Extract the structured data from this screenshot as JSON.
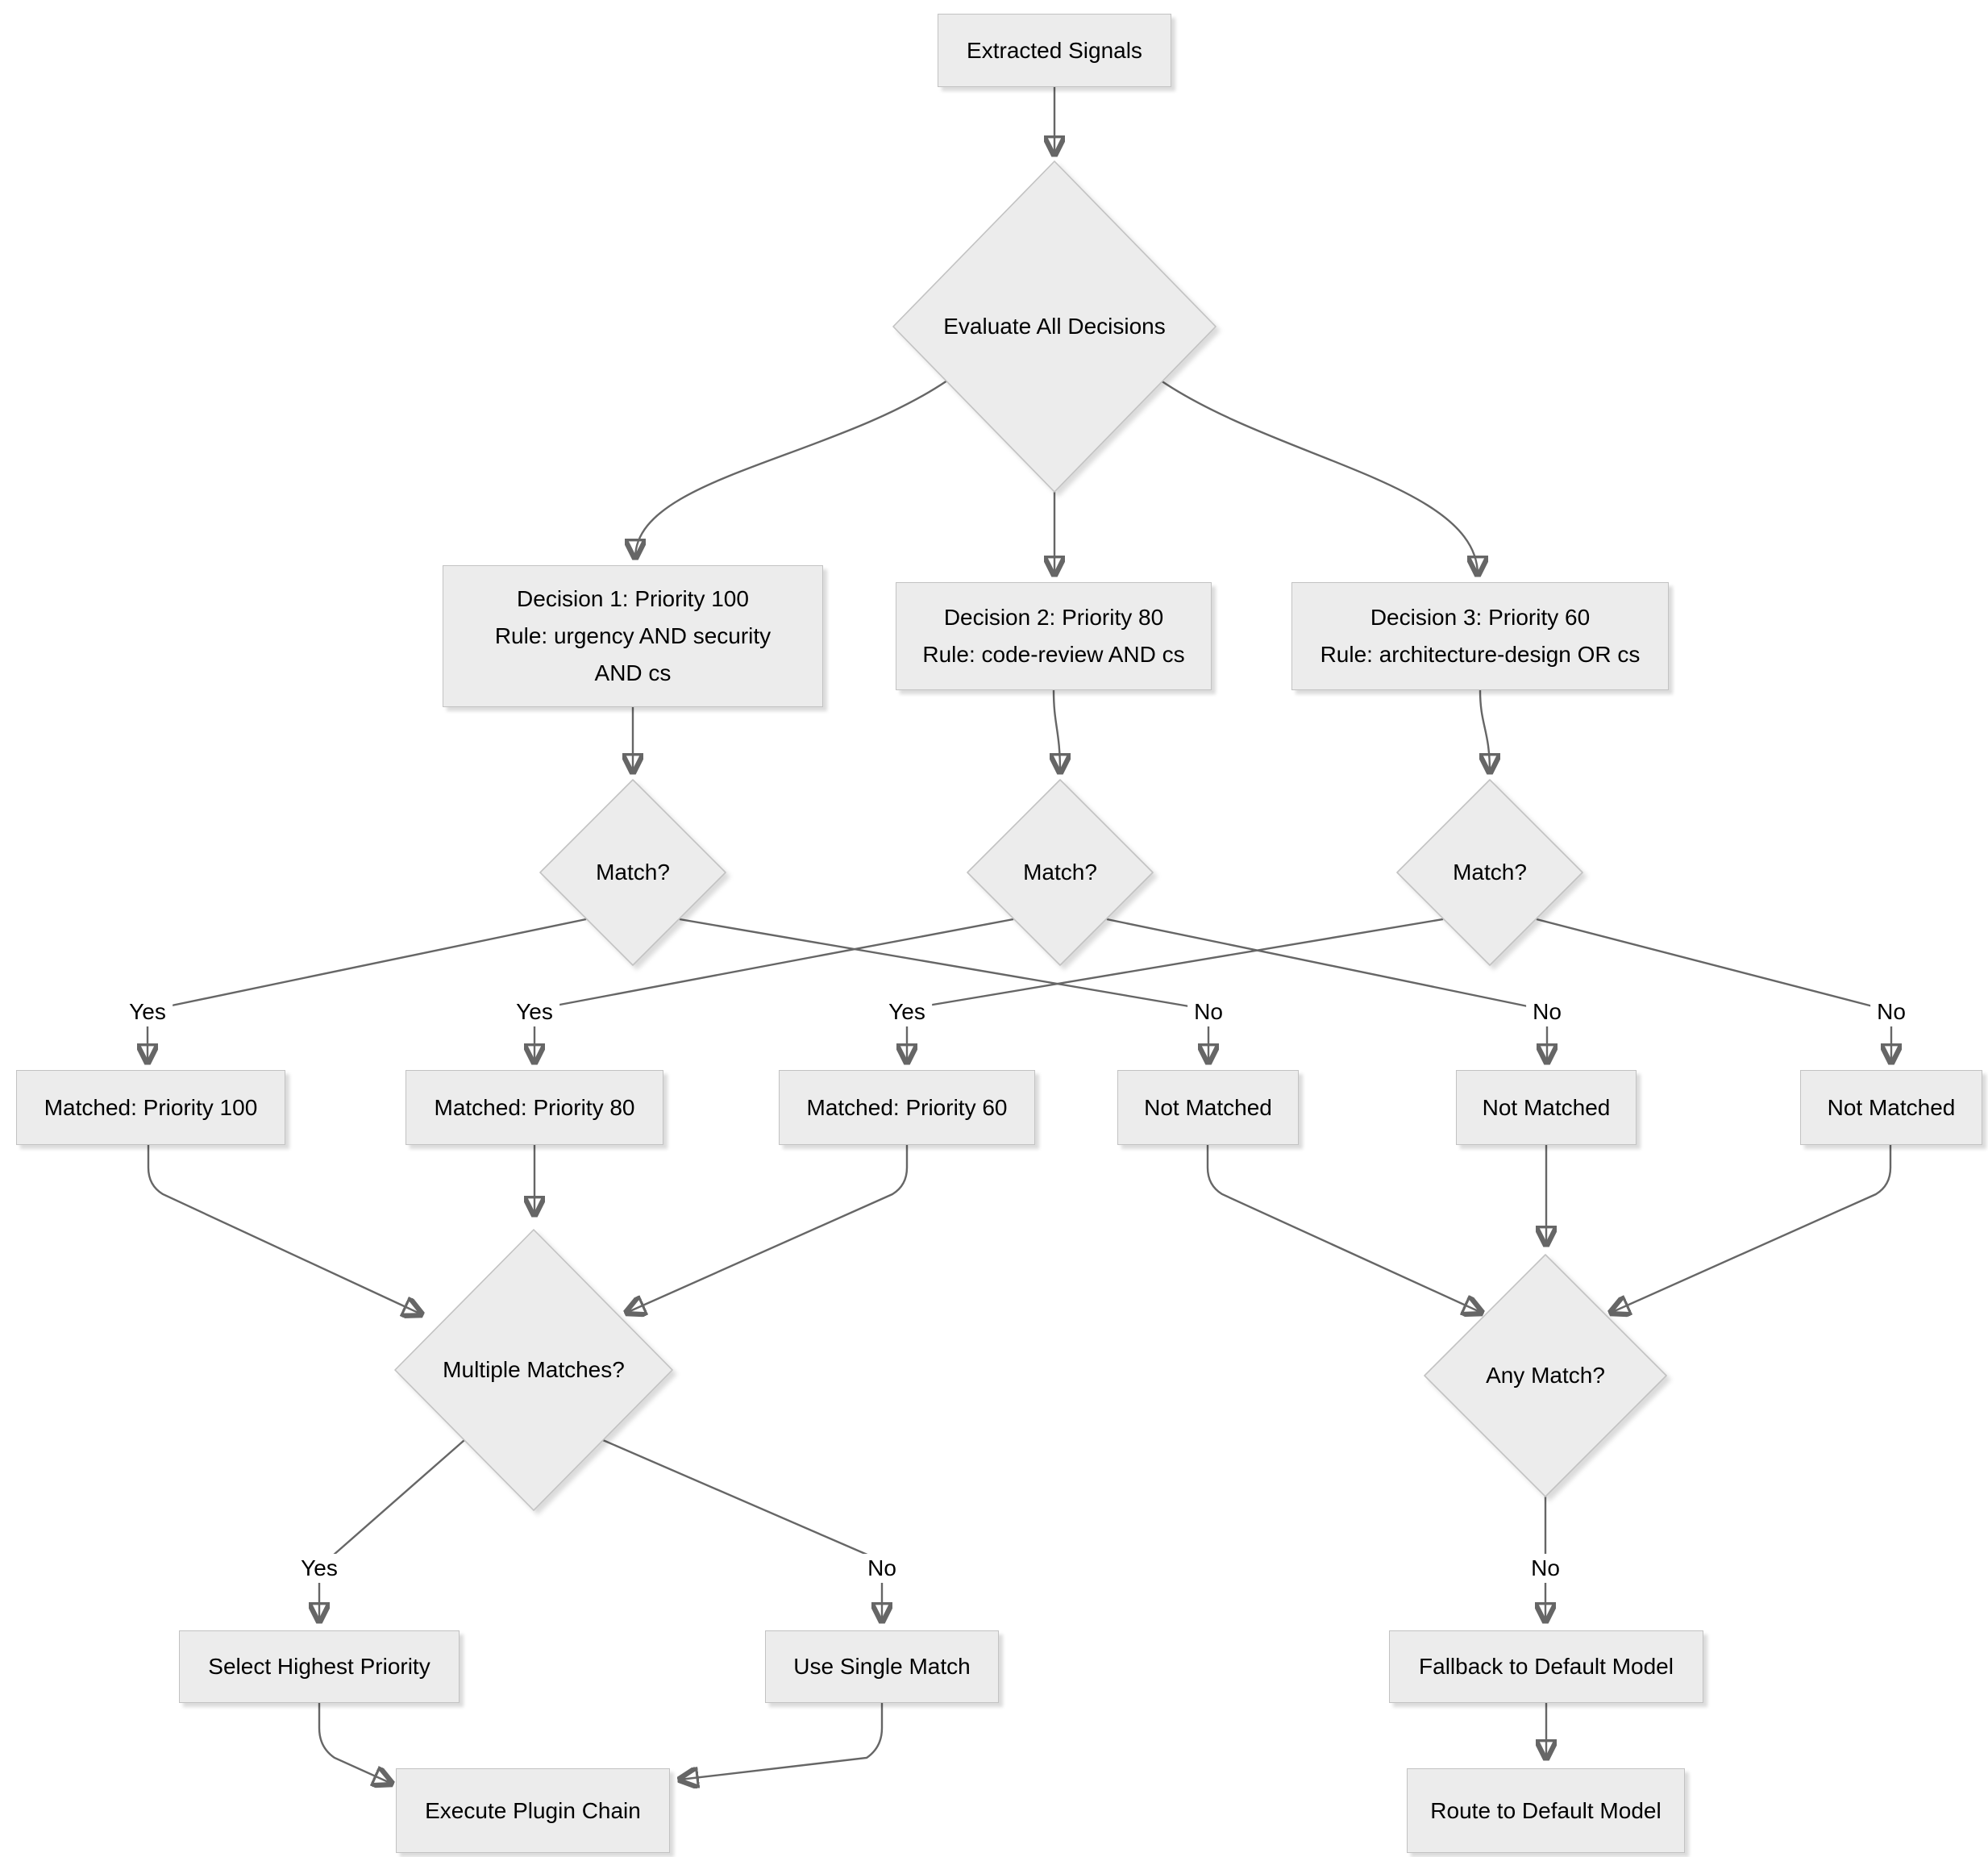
{
  "diagram": {
    "type": "flowchart",
    "colors": {
      "background": "#ffffff",
      "node_fill": "#ececec",
      "node_border": "#c2c2c2",
      "edge_line": "#666666",
      "text": "#000000"
    },
    "nodes": {
      "extracted_signals": {
        "label": "Extracted Signals",
        "shape": "rect"
      },
      "evaluate_all": {
        "label": "Evaluate All Decisions",
        "shape": "diamond"
      },
      "decision_1": {
        "label": "Decision 1: Priority 100\nRule: urgency AND security\nAND cs",
        "shape": "rect"
      },
      "decision_2": {
        "label": "Decision 2: Priority 80\nRule: code-review AND cs",
        "shape": "rect"
      },
      "decision_3": {
        "label": "Decision 3: Priority 60\nRule: architecture-design OR cs",
        "shape": "rect"
      },
      "match_1": {
        "label": "Match?",
        "shape": "diamond"
      },
      "match_2": {
        "label": "Match?",
        "shape": "diamond"
      },
      "match_3": {
        "label": "Match?",
        "shape": "diamond"
      },
      "matched_100": {
        "label": "Matched: Priority 100",
        "shape": "rect"
      },
      "matched_80": {
        "label": "Matched: Priority 80",
        "shape": "rect"
      },
      "matched_60": {
        "label": "Matched: Priority 60",
        "shape": "rect"
      },
      "not_matched_1": {
        "label": "Not Matched",
        "shape": "rect"
      },
      "not_matched_2": {
        "label": "Not Matched",
        "shape": "rect"
      },
      "not_matched_3": {
        "label": "Not Matched",
        "shape": "rect"
      },
      "multiple_matches": {
        "label": "Multiple Matches?",
        "shape": "diamond"
      },
      "any_match": {
        "label": "Any Match?",
        "shape": "diamond"
      },
      "select_highest": {
        "label": "Select Highest Priority",
        "shape": "rect"
      },
      "use_single": {
        "label": "Use Single Match",
        "shape": "rect"
      },
      "fallback_default": {
        "label": "Fallback to Default Model",
        "shape": "rect"
      },
      "execute_plugin": {
        "label": "Execute Plugin Chain",
        "shape": "rect"
      },
      "route_default": {
        "label": "Route to Default Model",
        "shape": "rect"
      }
    },
    "edge_labels": {
      "yes_1": "Yes",
      "yes_2": "Yes",
      "yes_3": "Yes",
      "no_1": "No",
      "no_2": "No",
      "no_3": "No",
      "yes_multiple": "Yes",
      "no_multiple": "No",
      "no_any": "No"
    },
    "edges": [
      {
        "from": "extracted_signals",
        "to": "evaluate_all",
        "label": ""
      },
      {
        "from": "evaluate_all",
        "to": "decision_1",
        "label": ""
      },
      {
        "from": "evaluate_all",
        "to": "decision_2",
        "label": ""
      },
      {
        "from": "evaluate_all",
        "to": "decision_3",
        "label": ""
      },
      {
        "from": "decision_1",
        "to": "match_1",
        "label": ""
      },
      {
        "from": "decision_2",
        "to": "match_2",
        "label": ""
      },
      {
        "from": "decision_3",
        "to": "match_3",
        "label": ""
      },
      {
        "from": "match_1",
        "to": "matched_100",
        "label": "Yes"
      },
      {
        "from": "match_1",
        "to": "not_matched_1",
        "label": "No"
      },
      {
        "from": "match_2",
        "to": "matched_80",
        "label": "Yes"
      },
      {
        "from": "match_2",
        "to": "not_matched_2",
        "label": "No"
      },
      {
        "from": "match_3",
        "to": "matched_60",
        "label": "Yes"
      },
      {
        "from": "match_3",
        "to": "not_matched_3",
        "label": "No"
      },
      {
        "from": "matched_100",
        "to": "multiple_matches",
        "label": ""
      },
      {
        "from": "matched_80",
        "to": "multiple_matches",
        "label": ""
      },
      {
        "from": "matched_60",
        "to": "multiple_matches",
        "label": ""
      },
      {
        "from": "not_matched_1",
        "to": "any_match",
        "label": ""
      },
      {
        "from": "not_matched_2",
        "to": "any_match",
        "label": ""
      },
      {
        "from": "not_matched_3",
        "to": "any_match",
        "label": ""
      },
      {
        "from": "multiple_matches",
        "to": "select_highest",
        "label": "Yes"
      },
      {
        "from": "multiple_matches",
        "to": "use_single",
        "label": "No"
      },
      {
        "from": "any_match",
        "to": "fallback_default",
        "label": "No"
      },
      {
        "from": "select_highest",
        "to": "execute_plugin",
        "label": ""
      },
      {
        "from": "use_single",
        "to": "execute_plugin",
        "label": ""
      },
      {
        "from": "fallback_default",
        "to": "route_default",
        "label": ""
      }
    ]
  }
}
